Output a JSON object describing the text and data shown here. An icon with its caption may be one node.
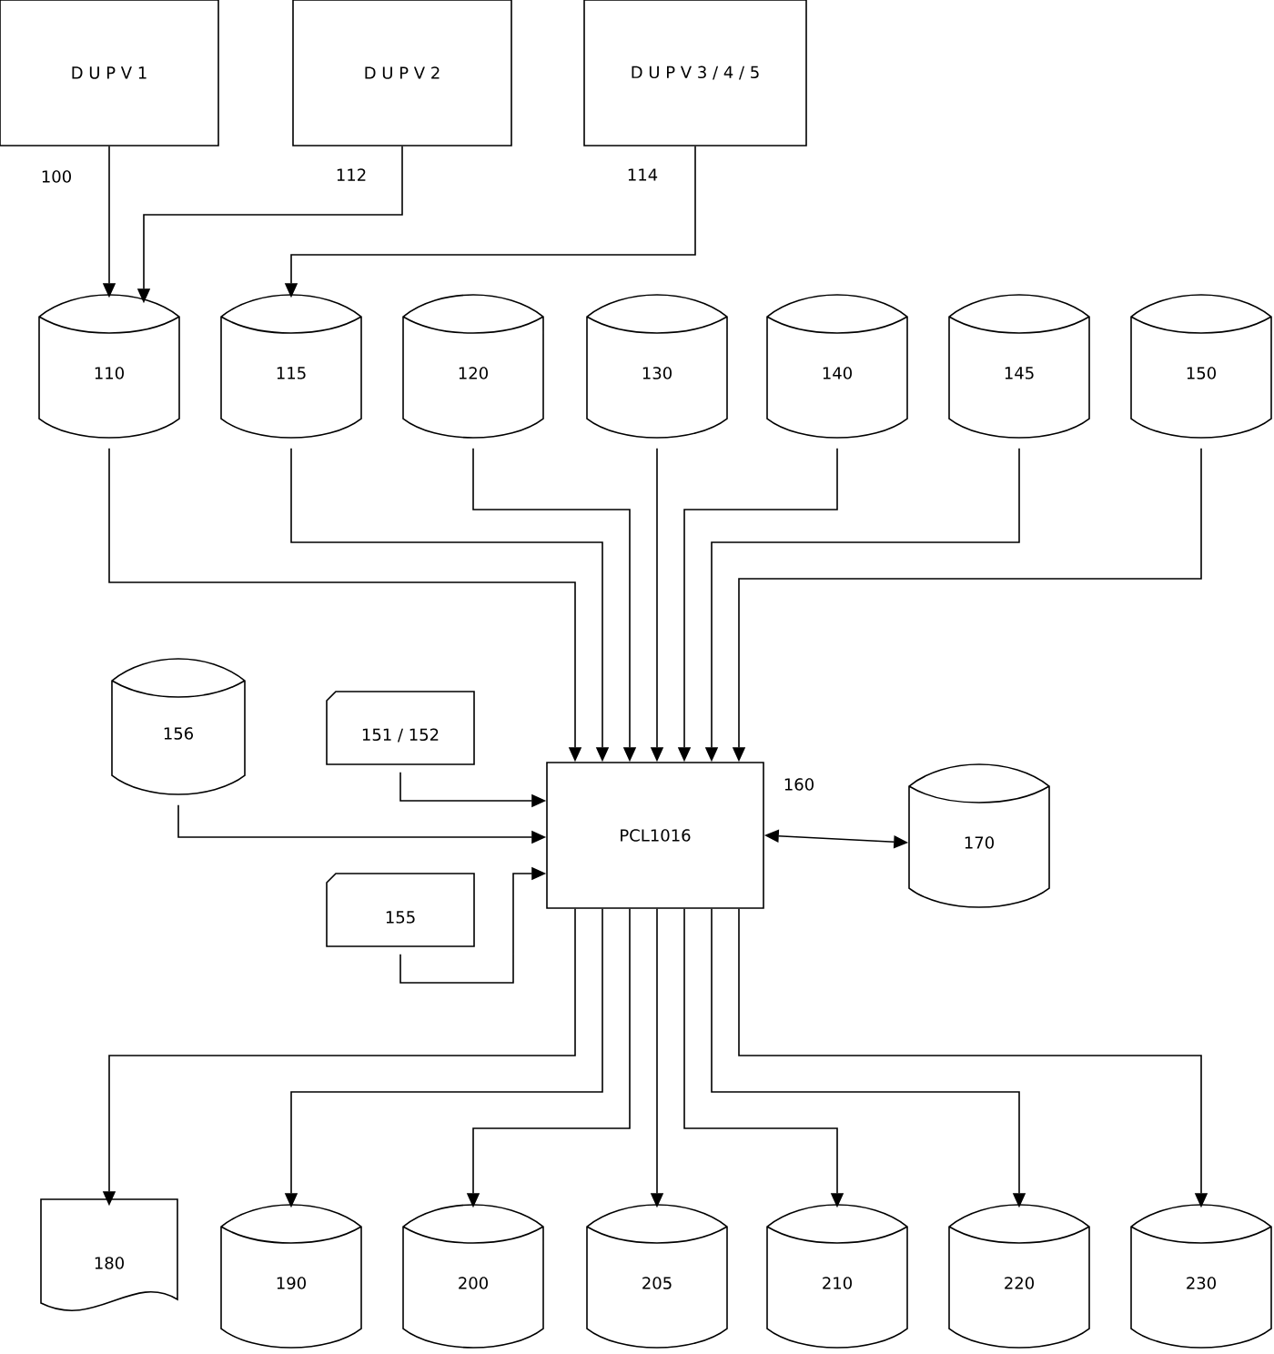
{
  "diagram": {
    "nodes": [
      {
        "text": [
          "D U P V 1"
        ],
        "beside": [
          "100"
        ]
      },
      {
        "text": [
          "D U P V 2"
        ],
        "beside": [
          "112"
        ]
      },
      {
        "text": [
          "D U P V 3 / 4 / 5"
        ],
        "beside": [
          "114"
        ]
      },
      {
        "text": [
          "110"
        ]
      },
      {
        "text": [
          "115"
        ]
      },
      {
        "text": [
          "120"
        ]
      },
      {
        "text": [
          "130"
        ]
      },
      {
        "text": [
          "140"
        ]
      },
      {
        "text": [
          "145"
        ]
      },
      {
        "text": [
          "150"
        ]
      },
      {
        "text": [
          "156"
        ]
      },
      {
        "text": [
          "151 / 152"
        ]
      },
      {
        "text": [
          "155"
        ]
      },
      {
        "text": [
          "PCL1016"
        ],
        "beside": [
          "160"
        ]
      },
      {
        "text": [
          "170"
        ]
      },
      {
        "text": [
          "180"
        ]
      },
      {
        "text": [
          "190"
        ]
      },
      {
        "text": [
          "200"
        ]
      },
      {
        "text": [
          "205"
        ]
      },
      {
        "text": [
          "210"
        ]
      },
      {
        "text": [
          "220"
        ]
      },
      {
        "text": [
          "230"
        ]
      }
    ],
    "edges": [
      {
        "from": 0,
        "to": 3,
        "arrow": "to"
      },
      {
        "from": 1,
        "to": 3,
        "arrow": "to"
      },
      {
        "from": 2,
        "to": 4,
        "arrow": "to"
      },
      {
        "from": 3,
        "to": 13,
        "arrow": "to"
      },
      {
        "from": 4,
        "to": 13,
        "arrow": "to"
      },
      {
        "from": 5,
        "to": 13,
        "arrow": "to"
      },
      {
        "from": 6,
        "to": 13,
        "arrow": "to"
      },
      {
        "from": 7,
        "to": 13,
        "arrow": "to"
      },
      {
        "from": 8,
        "to": 13,
        "arrow": "to"
      },
      {
        "from": 9,
        "to": 13,
        "arrow": "to"
      },
      {
        "from": 10,
        "to": 13,
        "arrow": "to"
      },
      {
        "from": 11,
        "to": 13,
        "arrow": "to"
      },
      {
        "from": 12,
        "to": 13,
        "arrow": "to"
      },
      {
        "from": 13,
        "to": 14,
        "arrow": "both"
      },
      {
        "from": 13,
        "to": 15,
        "arrow": "to"
      },
      {
        "from": 13,
        "to": 16,
        "arrow": "to"
      },
      {
        "from": 13,
        "to": 17,
        "arrow": "to"
      },
      {
        "from": 13,
        "to": 18,
        "arrow": "to"
      },
      {
        "from": 13,
        "to": 19,
        "arrow": "to"
      },
      {
        "from": 13,
        "to": 20,
        "arrow": "to"
      },
      {
        "from": 13,
        "to": 21,
        "arrow": "to"
      }
    ]
  }
}
